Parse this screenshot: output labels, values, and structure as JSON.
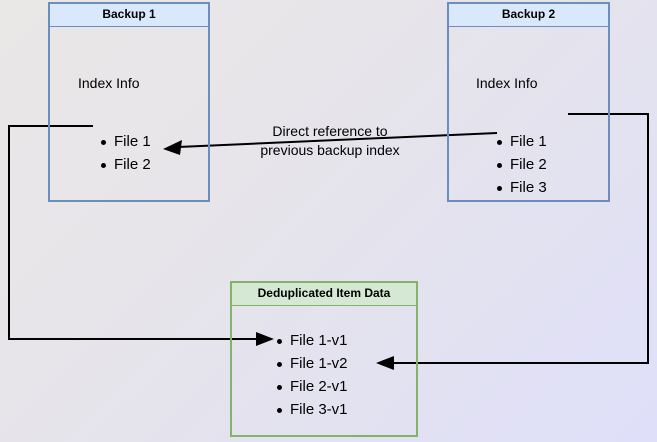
{
  "diagram": {
    "title_hidden": "",
    "background": {
      "from": "#eae7e7",
      "to": "#dfdffa"
    },
    "colors": {
      "blue_fill": "#dae8fc",
      "blue_border": "#6c8ebf",
      "green_fill": "#d5e8d4",
      "green_border": "#82b366",
      "edge": "#000000"
    },
    "nodes": {
      "backup1": {
        "header": "Backup 1",
        "section_label": "Index Info",
        "items": [
          "File 1",
          "File 2"
        ]
      },
      "backup2": {
        "header": "Backup 2",
        "section_label": "Index Info",
        "items": [
          "File 1",
          "File 2",
          "File 3"
        ]
      },
      "dedup": {
        "header": "Deduplicated Item Data",
        "items": [
          "File 1-v1",
          "File 1-v2",
          "File 2-v1",
          "File 3-v1"
        ]
      }
    },
    "annotations": {
      "direct_reference": "Direct reference to previous backup index"
    }
  }
}
